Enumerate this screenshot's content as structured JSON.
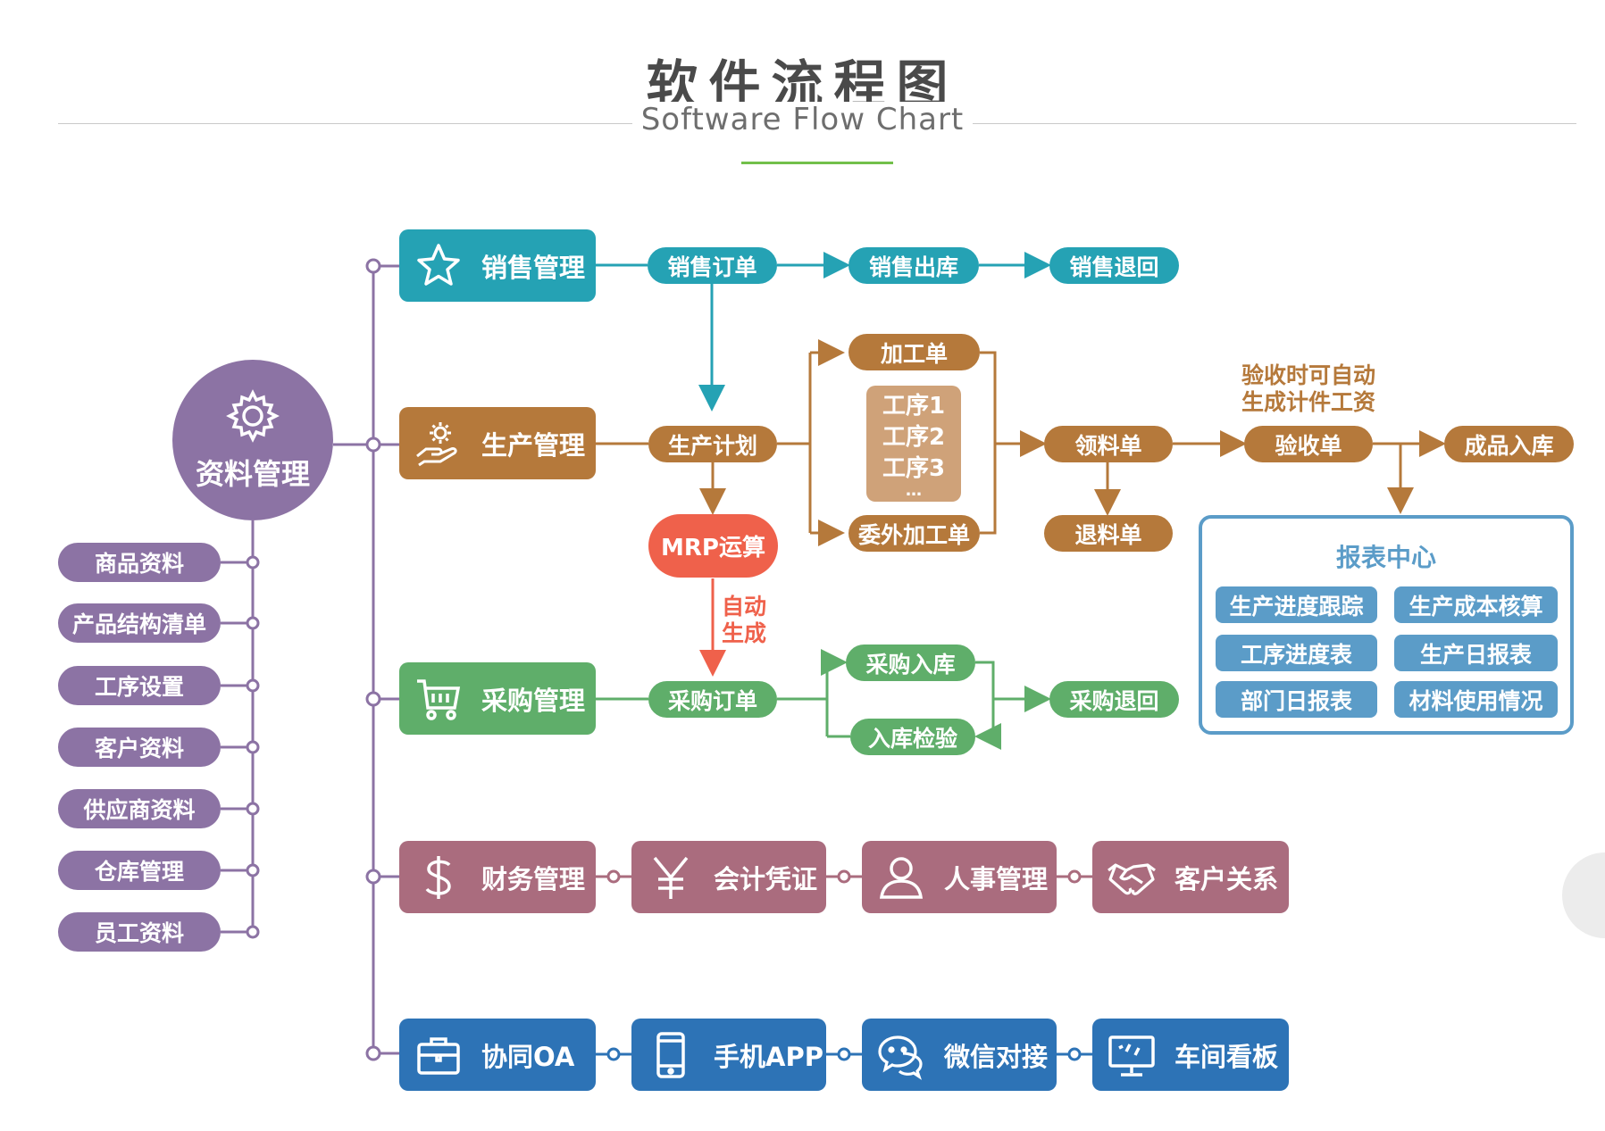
{
  "header": {
    "title": "软件流程图",
    "subtitle": "Software Flow Chart"
  },
  "center": {
    "label": "资料管理",
    "icon": "gear-icon"
  },
  "master_data": [
    "商品资料",
    "产品结构清单",
    "工序设置",
    "客户资料",
    "供应商资料",
    "仓库管理",
    "员工资料"
  ],
  "modules": {
    "sales": "销售管理",
    "production": "生产管理",
    "purchase": "采购管理",
    "finance": "财务管理",
    "accounting": "会计凭证",
    "hr": "人事管理",
    "crm": "客户关系",
    "oa": "协同OA",
    "app": "手机APP",
    "wechat": "微信对接",
    "board": "车间看板"
  },
  "sales_flow": {
    "order": "销售订单",
    "out": "销售出库",
    "return": "销售退回"
  },
  "production_flow": {
    "plan": "生产计划",
    "work_order": "加工单",
    "outsource": "委外加工单",
    "processes": [
      "工序1",
      "工序2",
      "工序3",
      "…"
    ],
    "pick": "领料单",
    "return_material": "退料单",
    "accept": "验收单",
    "finished_in": "成品入库",
    "note_line1": "验收时可自动",
    "note_line2": "生成计件工资"
  },
  "mrp": {
    "label": "MRP运算",
    "auto_line1": "自动",
    "auto_line2": "生成"
  },
  "purchase_flow": {
    "order": "采购订单",
    "in": "采购入库",
    "inspect": "入库检验",
    "return": "采购退回"
  },
  "report_center": {
    "title": "报表中心",
    "items": [
      "生产进度跟踪",
      "生产成本核算",
      "工序进度表",
      "生产日报表",
      "部门日报表",
      "材料使用情况"
    ]
  },
  "colors": {
    "sales": "#25a2b4",
    "production": "#b5793b",
    "purchase": "#5fae6a",
    "finance": "#aa6c7e",
    "office": "#2d73b6",
    "master": "#8c73a4",
    "mrp": "#ef614b",
    "report": "#5b9cc8",
    "accent": "#72c04a"
  }
}
